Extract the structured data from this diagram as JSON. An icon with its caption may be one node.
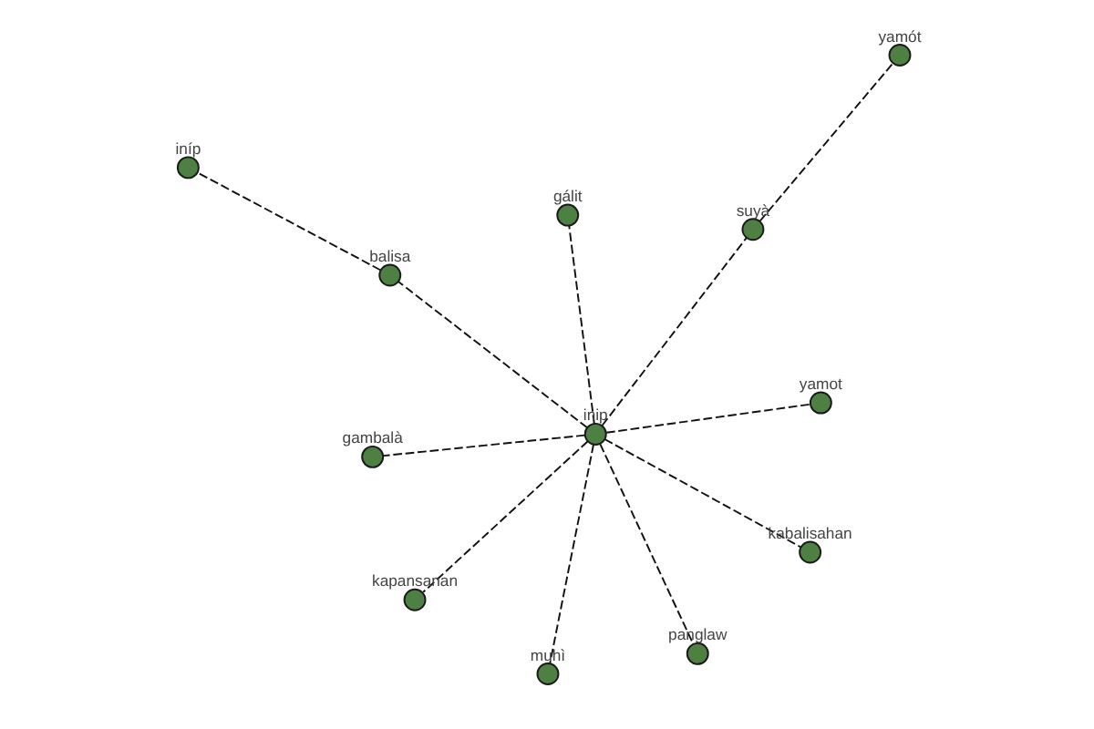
{
  "diagram": {
    "nodes": [
      {
        "text": [
          "iníp"
        ]
      },
      {
        "text": [
          "yamot"
        ]
      },
      {
        "text": [
          "muhì"
        ]
      },
      {
        "text": [
          "balisa"
        ]
      },
      {
        "text": [
          "yamót"
        ]
      },
      {
        "text": [
          "gálit"
        ]
      },
      {
        "text": [
          "kapansanan"
        ]
      },
      {
        "text": [
          "inip"
        ]
      },
      {
        "text": [
          "suyà"
        ]
      },
      {
        "text": [
          "kabalisahan"
        ]
      },
      {
        "text": [
          "panglaw"
        ]
      },
      {
        "text": [
          "gambalà"
        ]
      }
    ],
    "edges": [
      {
        "from": 7,
        "to": 5,
        "arrow": "none",
        "style": "dashed"
      },
      {
        "from": 7,
        "to": 1,
        "arrow": "none",
        "style": "dashed"
      },
      {
        "from": 7,
        "to": 2,
        "arrow": "none",
        "style": "dashed"
      },
      {
        "from": 7,
        "to": 6,
        "arrow": "none",
        "style": "dashed"
      },
      {
        "from": 7,
        "to": 3,
        "arrow": "none",
        "style": "dashed"
      },
      {
        "from": 3,
        "to": 0,
        "arrow": "none",
        "style": "dashed"
      },
      {
        "from": 7,
        "to": 8,
        "arrow": "none",
        "style": "dashed"
      },
      {
        "from": 8,
        "to": 4,
        "arrow": "none",
        "style": "dashed"
      },
      {
        "from": 7,
        "to": 9,
        "arrow": "none",
        "style": "dashed"
      },
      {
        "from": 7,
        "to": 10,
        "arrow": "none",
        "style": "dashed"
      },
      {
        "from": 7,
        "to": 11,
        "arrow": "none",
        "style": "dashed"
      }
    ]
  }
}
